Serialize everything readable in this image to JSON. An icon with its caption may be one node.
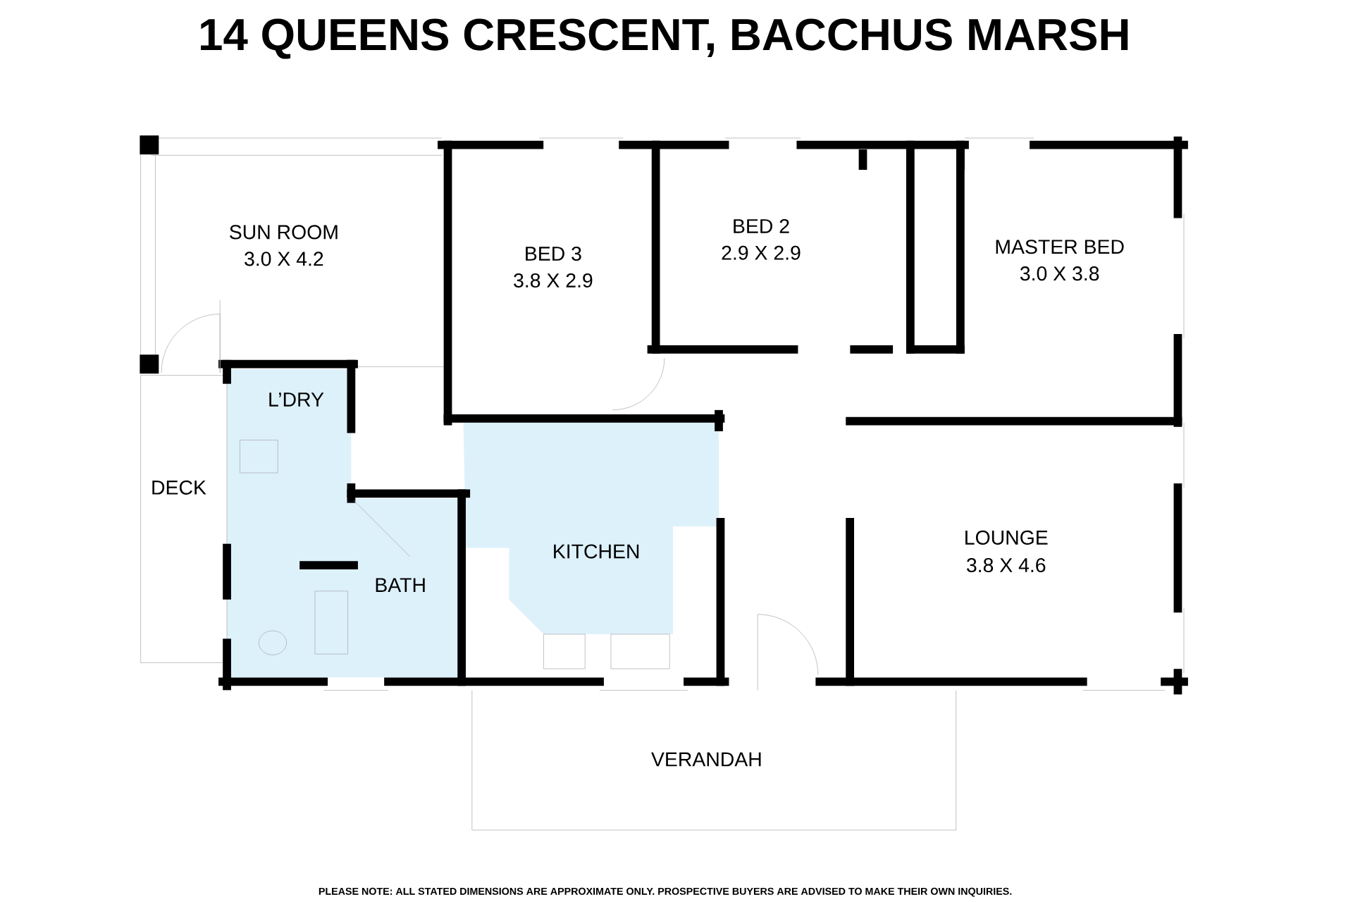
{
  "diagram": {
    "title": "14 QUEENS CRESCENT, BACCHUS MARSH",
    "caption": "PLEASE NOTE: ALL STATED DIMENSIONS ARE APPROXIMATE ONLY. PROSPECTIVE BUYERS ARE ADVISED TO MAKE THEIR OWN INQUIRIES.",
    "labels": [
      "SUN ROOM",
      "3.0 X 4.2",
      "BED 3",
      "3.8 X 2.9",
      "BED 2",
      "2.9 X 2.9",
      "MASTER BED",
      "3.0 X 3.8",
      "L’DRY",
      "DECK",
      "KITCHEN",
      "LOUNGE",
      "3.8 X 4.6",
      "BATH",
      "VERANDAH"
    ]
  }
}
